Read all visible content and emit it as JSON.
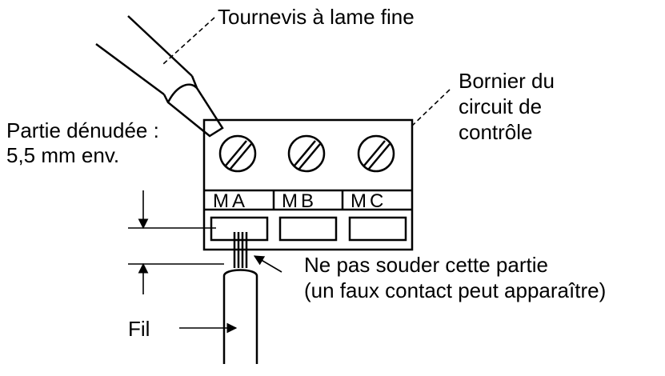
{
  "labels": {
    "screwdriver": "Tournevis à lame fine",
    "terminal_block": [
      "Bornier du",
      "circuit de",
      "contrôle"
    ],
    "stripped": [
      "Partie dénudée :",
      "5,5 mm env."
    ],
    "no_solder": [
      "Ne pas souder cette partie",
      "(un faux contact peut apparaître)"
    ],
    "wire": "Fil"
  },
  "terminals": [
    "MA",
    "MB",
    "MC"
  ]
}
